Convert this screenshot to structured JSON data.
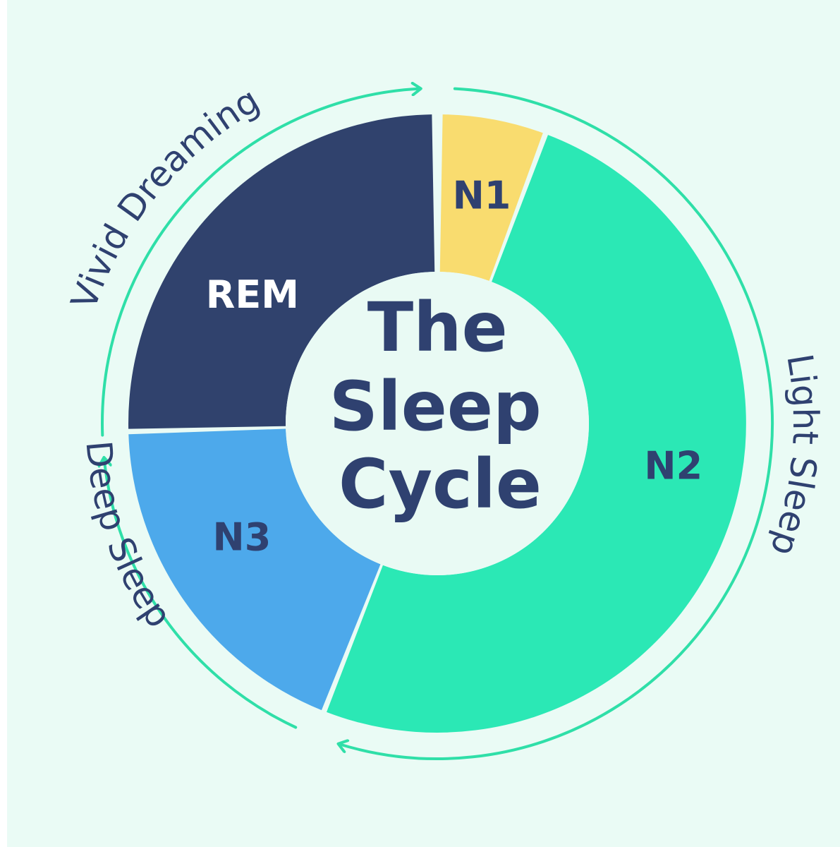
{
  "diagram": {
    "center_title": [
      "The",
      "Sleep",
      "Cycle"
    ],
    "segments": [
      {
        "id": "n1",
        "label": "N1",
        "start_deg": 1,
        "end_deg": 20,
        "fill": "#f9dc6f",
        "label_color": "#2f4170"
      },
      {
        "id": "n2",
        "label": "N2",
        "start_deg": 21,
        "end_deg": 201,
        "fill": "#2be8b5",
        "label_color": "#2f4170"
      },
      {
        "id": "n3",
        "label": "N3",
        "start_deg": 202,
        "end_deg": 268,
        "fill": "#4da9eb",
        "label_color": "#2f4170"
      },
      {
        "id": "rem",
        "label": "REM",
        "start_deg": 269,
        "end_deg": 359,
        "fill": "#30426d",
        "label_color": "#ffffff"
      }
    ],
    "arc_labels": [
      {
        "id": "light-sleep",
        "text": "Light Sleep"
      },
      {
        "id": "deep-sleep",
        "text": "Deep Sleep"
      },
      {
        "id": "vivid-dreaming",
        "text": "Vivid Dreaming"
      }
    ],
    "colors": {
      "background": "#eafbf5",
      "center_disc": "#e9faf4",
      "title_text": "#2f4170",
      "arc_text": "#2f4170",
      "arc_line": "#2fdfa8",
      "page_margin": "#ffffff"
    }
  }
}
